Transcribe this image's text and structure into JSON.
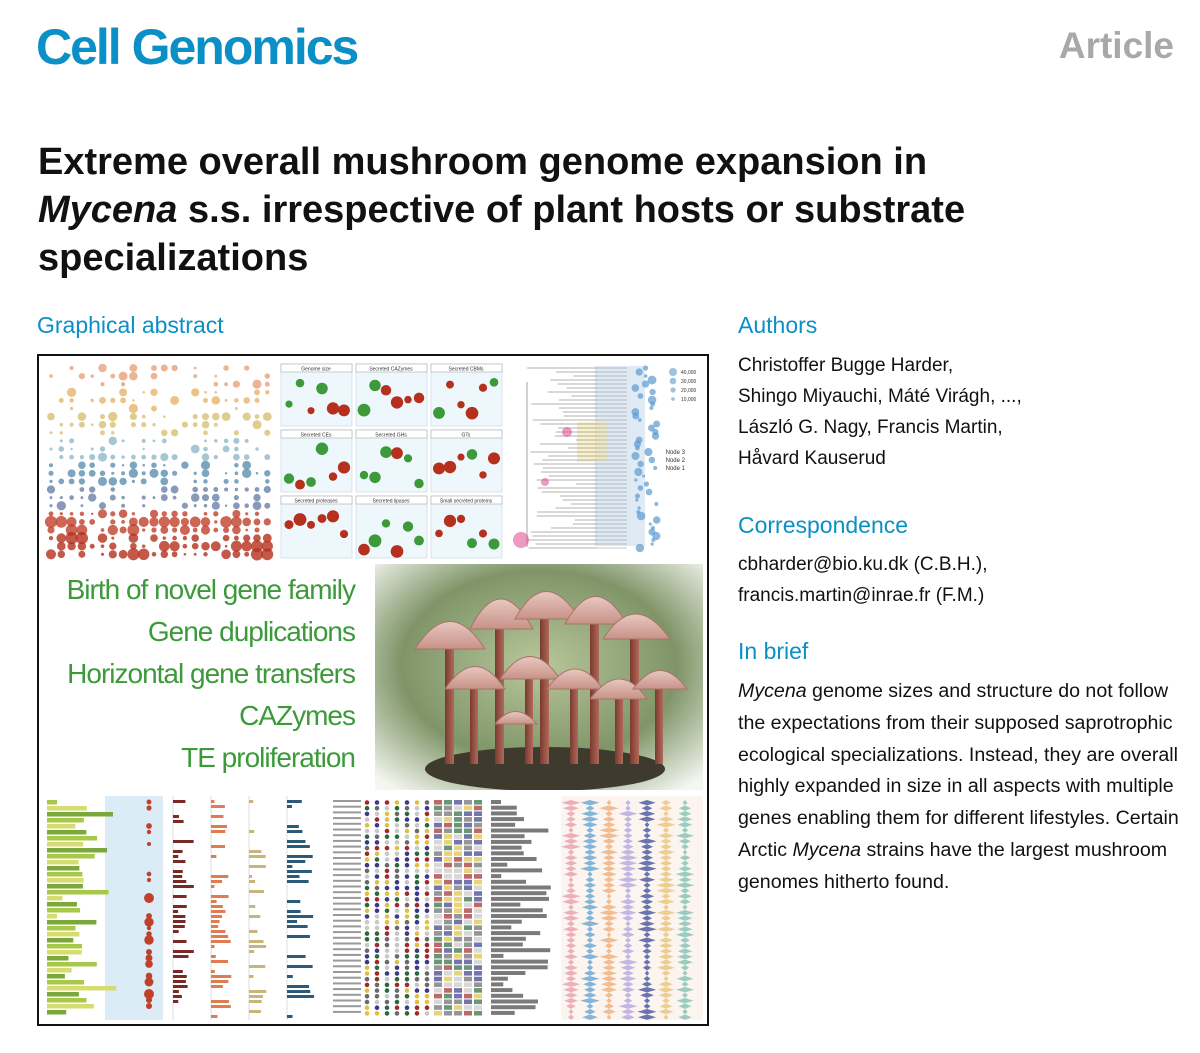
{
  "header": {
    "journal": "Cell Genomics",
    "article_type": "Article"
  },
  "title": {
    "line1": "Extreme overall mushroom genome expansion in",
    "line2_italic": "Mycena",
    "line2_rest": " s.s. irrespective of plant hosts or substrate",
    "line3": "specializations"
  },
  "graphical_abstract": {
    "heading": "Graphical abstract",
    "highlights": [
      "Birth of novel gene family",
      "Gene duplications",
      "Horizontal gene transfers",
      "CAZymes",
      "TE proliferation"
    ],
    "panel_titles": [
      "Genome size",
      "Secreted CAZymes",
      "Secreted CBMs",
      "Secreted CEs",
      "Secreted GHs",
      "GTs",
      "Secreted proteases",
      "Secreted lipases",
      "Small secreted proteins"
    ],
    "tree_nodes": [
      "Node 3",
      "Node 2",
      "Node 1"
    ],
    "tree_legend": [
      "40,000",
      "30,000",
      "20,000",
      "10,000"
    ],
    "colors": {
      "green_text": "#3c9a3a",
      "node_pink": "#e0458f",
      "bubble_red": "#b5301d"
    }
  },
  "authors": {
    "heading": "Authors",
    "lines": [
      "Christoffer Bugge Harder,",
      "Shingo Miyauchi, Máté Virágh, ...,",
      "László G. Nagy, Francis Martin,",
      "Håvard Kauserud"
    ]
  },
  "correspondence": {
    "heading": "Correspondence",
    "lines": [
      "cbharder@bio.ku.dk (C.B.H.),",
      "francis.martin@inrae.fr (F.M.)"
    ]
  },
  "in_brief": {
    "heading": "In brief",
    "t1_italic": "Mycena",
    "t2": " genome sizes and structure do not follow the expectations from their supposed saprotrophic ecological specializations. Instead, they are overall highly expanded in size in all aspects with multiple genes enabling them for different lifestyles. Certain Arctic ",
    "t3_italic": "Mycena",
    "t4": " strains have the largest mushroom genomes hitherto found."
  }
}
